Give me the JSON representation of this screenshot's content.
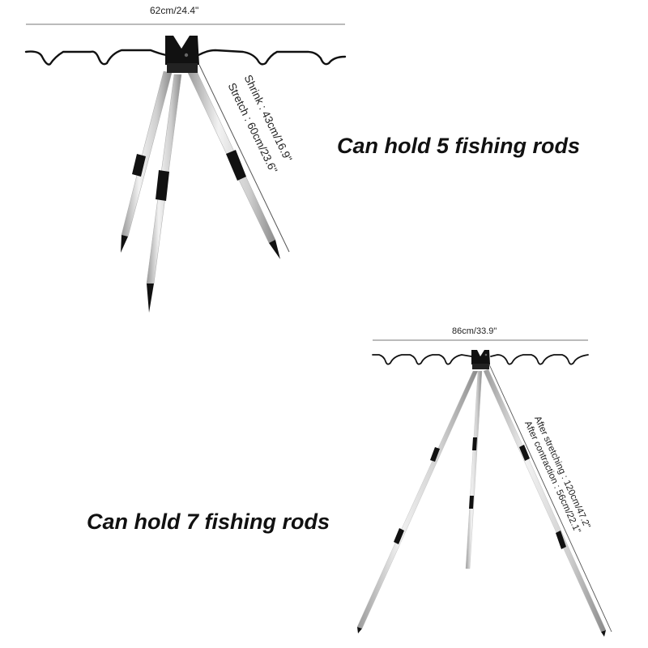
{
  "products": [
    {
      "name": "5-rod tripod",
      "width_label": "62cm/24.4\"",
      "length_labels": [
        "Shrink : 43cm/16.9\"",
        "Stretch : 60cm/23.6\""
      ],
      "caption": "Can hold 5 fishing rods",
      "rod_slots": 5
    },
    {
      "name": "7-rod tripod",
      "width_label": "86cm/33.9\"",
      "length_labels": [
        "After stretching : 120cm/47.2\"",
        "After contraction : 56cm/22.1\""
      ],
      "caption": "Can hold 7 fishing rods",
      "rod_slots": 7
    }
  ],
  "colors": {
    "background": "#ffffff",
    "leg_metal": "#d9d9d9",
    "leg_highlight": "#f4f4f4",
    "hardware": "#111111",
    "text": "#111111"
  }
}
